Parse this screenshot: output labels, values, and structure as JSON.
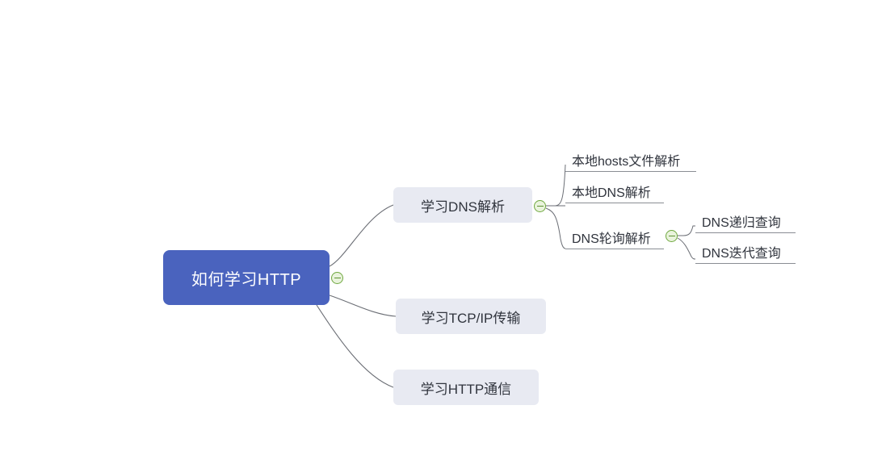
{
  "diagram": {
    "type": "mindmap",
    "title": "如何学习HTTP",
    "background": "#ffffff",
    "root_color": "#4a63be",
    "branch_color": "#e8eaf2",
    "toggle_color": "#6fa83f",
    "line_color": "#8a8d94"
  },
  "root": {
    "label": "如何学习HTTP",
    "toggle": "collapse-toggle"
  },
  "level2": [
    {
      "label": "学习DNS解析",
      "toggle": "collapse-toggle"
    },
    {
      "label": "学习TCP/IP传输"
    },
    {
      "label": "学习HTTP通信"
    }
  ],
  "level3": [
    {
      "label": "本地hosts文件解析"
    },
    {
      "label": "本地DNS解析"
    },
    {
      "label": "DNS轮询解析",
      "toggle": "collapse-toggle"
    }
  ],
  "level4": [
    {
      "label": "DNS递归查询"
    },
    {
      "label": "DNS迭代查询"
    }
  ]
}
